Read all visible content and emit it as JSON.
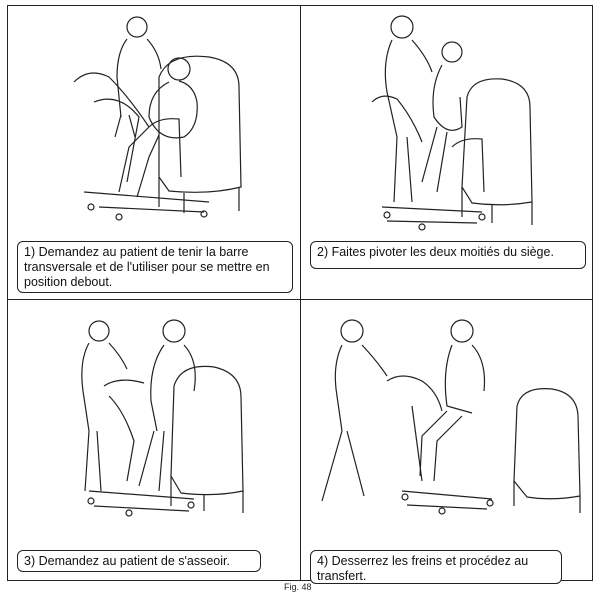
{
  "steps": [
    {
      "caption": "1) Demandez au patient de tenir la barre transversale et de l'utiliser  pour se mettre en position debout."
    },
    {
      "caption": "2) Faites pivoter les deux moitiés du siège."
    },
    {
      "caption": "3) Demandez au patient de s'asseoir."
    },
    {
      "caption": "4) Desserrez les freins et procédez au transfert."
    }
  ],
  "figure_label": "Fig. 48"
}
